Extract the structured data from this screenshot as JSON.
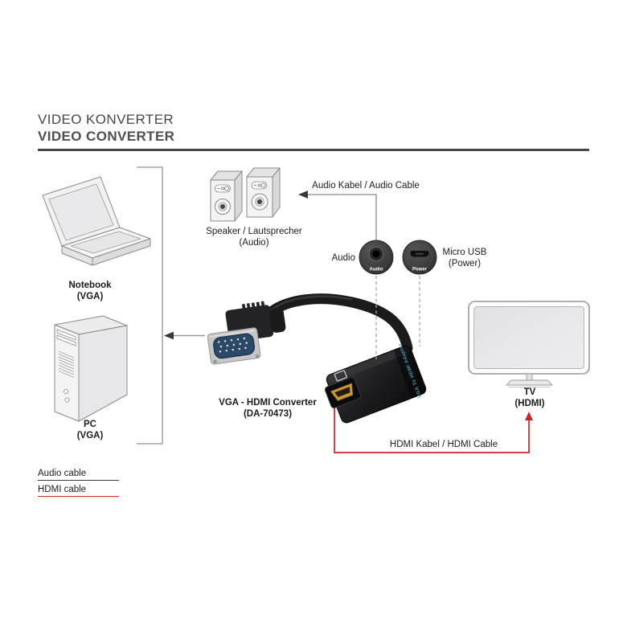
{
  "header": {
    "title_line1": "VIDEO KONVERTER",
    "title_line2": "VIDEO CONVERTER"
  },
  "diagram": {
    "devices": {
      "speakers": {
        "caption_line1": "Speaker / Lautsprecher",
        "caption_line2": "(Audio)"
      },
      "notebook": {
        "caption_line1": "Notebook",
        "caption_line2": "(VGA)"
      },
      "pc": {
        "caption_line1": "PC",
        "caption_line2": "(VGA)"
      },
      "converter": {
        "caption_line1": "VGA - HDMI Converter",
        "caption_line2": "(DA-70473)",
        "side_print": "VGA To HDMI Adapter"
      },
      "tv": {
        "caption_line1": "TV",
        "caption_line2": "(HDMI)"
      },
      "audio_port": {
        "label": "Audio",
        "print": "Audio"
      },
      "power_port": {
        "label_line1": "Micro USB",
        "label_line2": "(Power)",
        "print": "Power"
      }
    },
    "connections": {
      "audio_cable_label": "Audio Kabel / Audio Cable",
      "hdmi_cable_label": "HDMI Kabel / HDMI Cable"
    }
  },
  "legend": {
    "items": [
      {
        "label": "Audio cable",
        "color": "#3f3f3f"
      },
      {
        "label": "HDMI cable",
        "color": "#c9252b"
      }
    ]
  },
  "colors": {
    "title_text": "#4a4a4a",
    "rule": "#494949",
    "diagram_line": "#9b9b9b",
    "arrowhead": "#383838",
    "hdmi_line_red": "#c9252b",
    "label_text": "#1c1c1c",
    "converter_print": "#4f9fae"
  }
}
